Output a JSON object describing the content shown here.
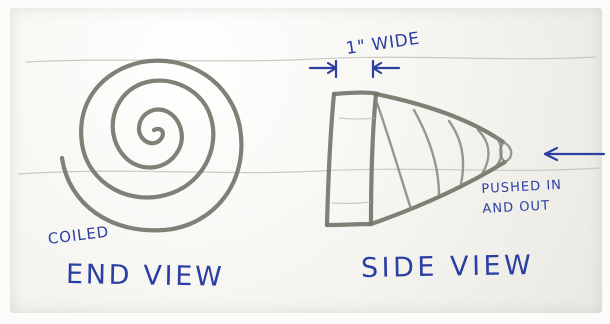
{
  "labels": {
    "coiled": "COILED",
    "end_view": "END VIEW",
    "side_view": "SIDE VIEW",
    "width_note": "1\" WIDE",
    "pushed_line1": "PUSHED IN",
    "pushed_line2": "AND OUT"
  },
  "colors": {
    "ink": "#2b3fa3",
    "pencil": "#75756a",
    "paper": "#f4f3ee"
  }
}
